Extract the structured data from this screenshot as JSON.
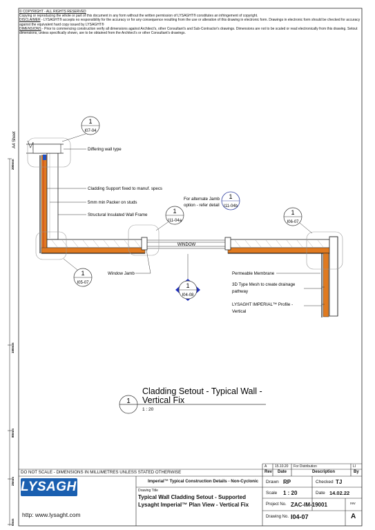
{
  "notes": {
    "copyright_heading": "© COPYRIGHT - ALL RIGHTS RESERVED",
    "copyright_text": "Copying or reproducing the whole or part of this document in any form without the written permission of LYSAGHT® constitutes an infringement of copyright.",
    "disclaimer_heading": "DISCLAIMER",
    "disclaimer_text": " - LYSAGHT® accepts no responsibility for the accuracy or for any consequence resulting from the use or alteration of this drawing in electronic form.  Drawings in electronic form should be checked for accuracy against the equivalent hard copy issued by LYSAGHT®",
    "dimensions_heading": "DIMENSIONS",
    "dimensions_text": " - Prior to commencing construction verify all dimensions against Architect's, other Consultant's and Sub-Contractor's drawings. Dimensions are not to be scaled or read electronically from this drawing. Setout dimensions, unless specifically shown, are to be obtained from the Architect's or other Consultant's drawings."
  },
  "sheet_label": "A4 Sheet",
  "ruler": {
    "mm200": "200mm",
    "mm150": "150mm",
    "mm80": "80mm",
    "mm25": "25mm",
    "mm0": "0mm"
  },
  "callouts": {
    "i07_04": {
      "num": "1",
      "ref": "I07-04"
    },
    "i11_04a": {
      "num": "1",
      "ref": "I11-04a"
    },
    "i11_04b": {
      "num": "1",
      "ref": "I11-04b"
    },
    "i06_07": {
      "num": "1",
      "ref": "I06-07"
    },
    "i05_07": {
      "num": "1",
      "ref": "I05-07"
    },
    "i04_08": {
      "num": "1",
      "ref": "I04-08"
    }
  },
  "labels": {
    "differing_wall": "Differing wall type",
    "cladding_support": "Cladding Support fixed to manuf. specs",
    "packer": "5mm min Packer on studs",
    "siwf": "Structural Insulated Wall Frame",
    "alt_jamb_1": "For alternate Jamb",
    "alt_jamb_2": "option - refer detail",
    "window": "WINDOW",
    "window_jamb": "Window Jamb",
    "permeable": "Permeable Membrane",
    "mesh_1": "3D Type Mesh to create drainage",
    "mesh_2": "pathway",
    "profile_1": "LYSAGHT IMPERIAL™ Profile -",
    "profile_2": "Vertical"
  },
  "detail_title": {
    "num": "1",
    "line1": "Cladding Setout - Typical Wall -",
    "line2": "Vertical Fix",
    "scale": "1 : 20"
  },
  "title_block": {
    "do_not_scale": "DO NOT SCALE - DIMENSIONS IN MILLIMETRES UNLESS STATED OTHERWISE",
    "logo": "LYSAGHT",
    "website": "http: www.lysaght.com",
    "series": "Imperial™ Typical Construction Details - Non-Cyclonic",
    "drawing_title_label": "Drawing Title",
    "title_line1": "Typical Wall Cladding Setout - Supported",
    "title_line2": "Lysaght Imperial™ Plan View - Vertical Fix",
    "rev_row": {
      "rev": "A",
      "date": "15.10.20",
      "desc": "For Distribution",
      "by": "LI"
    },
    "rev_headers": {
      "rev": "Rev",
      "date": "Date",
      "desc": "Description",
      "by": "By"
    },
    "drawn_label": "Drawn",
    "drawn_value": "RP",
    "checked_label": "Checked",
    "checked_value": "TJ",
    "scale_label": "Scale",
    "scale_value": "1 : 20",
    "date_label": "Date",
    "date_value": "14.02.22",
    "project_label": "Project No.",
    "project_value": "ZAC-IM-19001",
    "rev_label": "rev",
    "drawing_no_label": "Drawing No.",
    "drawing_no_value": "I04-07",
    "rev_value": "A"
  }
}
